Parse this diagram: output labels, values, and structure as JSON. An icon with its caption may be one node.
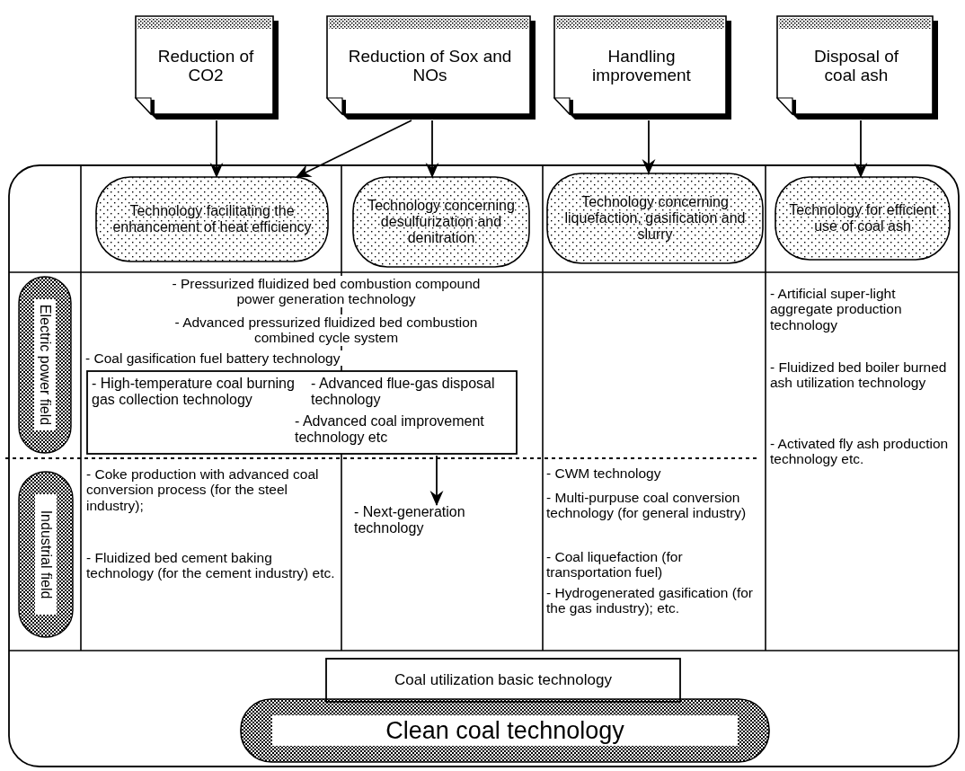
{
  "diagram": {
    "nodes": [
      {
        "text": [
          "Reduction of CO2"
        ]
      },
      {
        "text": [
          "Reduction of Sox and NOs"
        ]
      },
      {
        "text": [
          "Handling improvement"
        ]
      },
      {
        "text": [
          "Disposal of coal ash"
        ]
      },
      {
        "text": [
          "Technology facilitating the enhancement of heat efficiency"
        ]
      },
      {
        "text": [
          "Technology concerning desulfurization and denitration"
        ]
      },
      {
        "text": [
          "Technology concerning liquefaction, gasification and slurry"
        ]
      },
      {
        "text": [
          "Technology for efficient use of coal ash"
        ]
      },
      {
        "text": [
          "Electric power field"
        ]
      },
      {
        "text": [
          "Industrial field"
        ]
      },
      {
        "text": [
          "- High-temperature coal burning gas collection technology",
          "- Advanced flue-gas disposal technology",
          "- Advanced coal improvement technology etc"
        ]
      },
      {
        "text": [
          "- Next-generation technology"
        ]
      },
      {
        "text": [
          "Coal utilization basic technology"
        ]
      },
      {
        "text": [
          "Clean coal technology"
        ]
      }
    ],
    "edges": [
      {
        "from": 0,
        "to": 4,
        "arrow": "to"
      },
      {
        "from": 1,
        "to": 4,
        "arrow": "to"
      },
      {
        "from": 1,
        "to": 5,
        "arrow": "to"
      },
      {
        "from": 2,
        "to": 6,
        "arrow": "to"
      },
      {
        "from": 3,
        "to": 7,
        "arrow": "to"
      },
      {
        "from": 10,
        "to": 11,
        "arrow": "to"
      }
    ],
    "labels": [
      "- Pressurized fluidized bed combustion compound power generation technology",
      "- Advanced pressurized fluidized bed combustion combined cycle system",
      "- Coal gasification fuel battery technology",
      "- Artificial super-light aggregate production technology",
      "- Fluidized bed boiler burned ash utilization technology",
      "- Activated fly ash production technology etc.",
      "- Coke production with advanced coal conversion process (for the steel industry);",
      "- Fluidized bed cement baking technology (for the cement industry) etc.",
      "- CWM technology",
      "- Multi-purpuse coal conversion technology (for general industry)",
      "- Coal liquefaction (for transportation fuel)",
      "- Hydrogenerated gasification (for the gas industry); etc."
    ]
  }
}
